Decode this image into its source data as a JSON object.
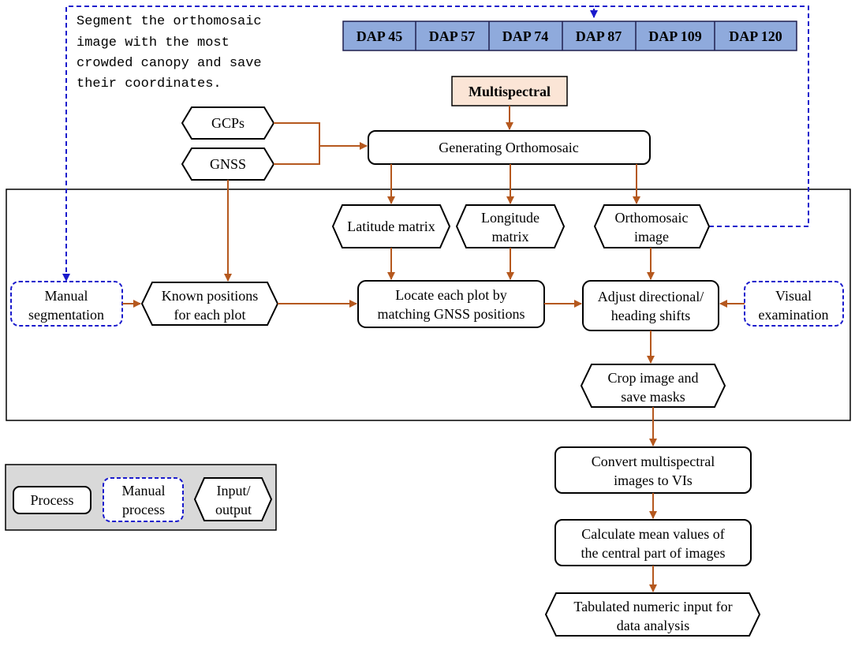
{
  "note": {
    "line1": "Segment the orthomosaic",
    "line2": "image with the most",
    "line3": "crowded canopy and save",
    "line4": "their coordinates."
  },
  "dap": [
    "DAP 45",
    "DAP 57",
    "DAP 74",
    "DAP 87",
    "DAP 109",
    "DAP 120"
  ],
  "colors": {
    "dap_fill": "#8faadc",
    "multispectral_fill": "#fbe5d6",
    "flow_arrow": "#b5581e",
    "manual_border": "#1a1acc",
    "legend_fill": "#d9d9d9"
  },
  "nodes": {
    "multispectral": "Multispectral",
    "gcps": "GCPs",
    "gnss": "GNSS",
    "generating": "Generating Orthomosaic",
    "latitude": "Latitude matrix",
    "longitude_1": "Longitude",
    "longitude_2": "matrix",
    "ortho_1": "Orthomosaic",
    "ortho_2": "image",
    "manual_seg_1": "Manual",
    "manual_seg_2": "segmentation",
    "known_1": "Known positions",
    "known_2": "for each plot",
    "locate_1": "Locate each plot by",
    "locate_2": "matching GNSS positions",
    "adjust_1": "Adjust directional/",
    "adjust_2": "heading shifts",
    "visual_1": "Visual",
    "visual_2": "examination",
    "crop_1": "Crop image and",
    "crop_2": "save masks",
    "convert_1": "Convert multispectral",
    "convert_2": "images to VIs",
    "calc_1": "Calculate mean values of",
    "calc_2": "the central part of images",
    "tab_1": "Tabulated numeric input for",
    "tab_2": "data analysis"
  },
  "legend": {
    "process": "Process",
    "manual_1": "Manual",
    "manual_2": "process",
    "io_1": "Input/",
    "io_2": "output"
  }
}
